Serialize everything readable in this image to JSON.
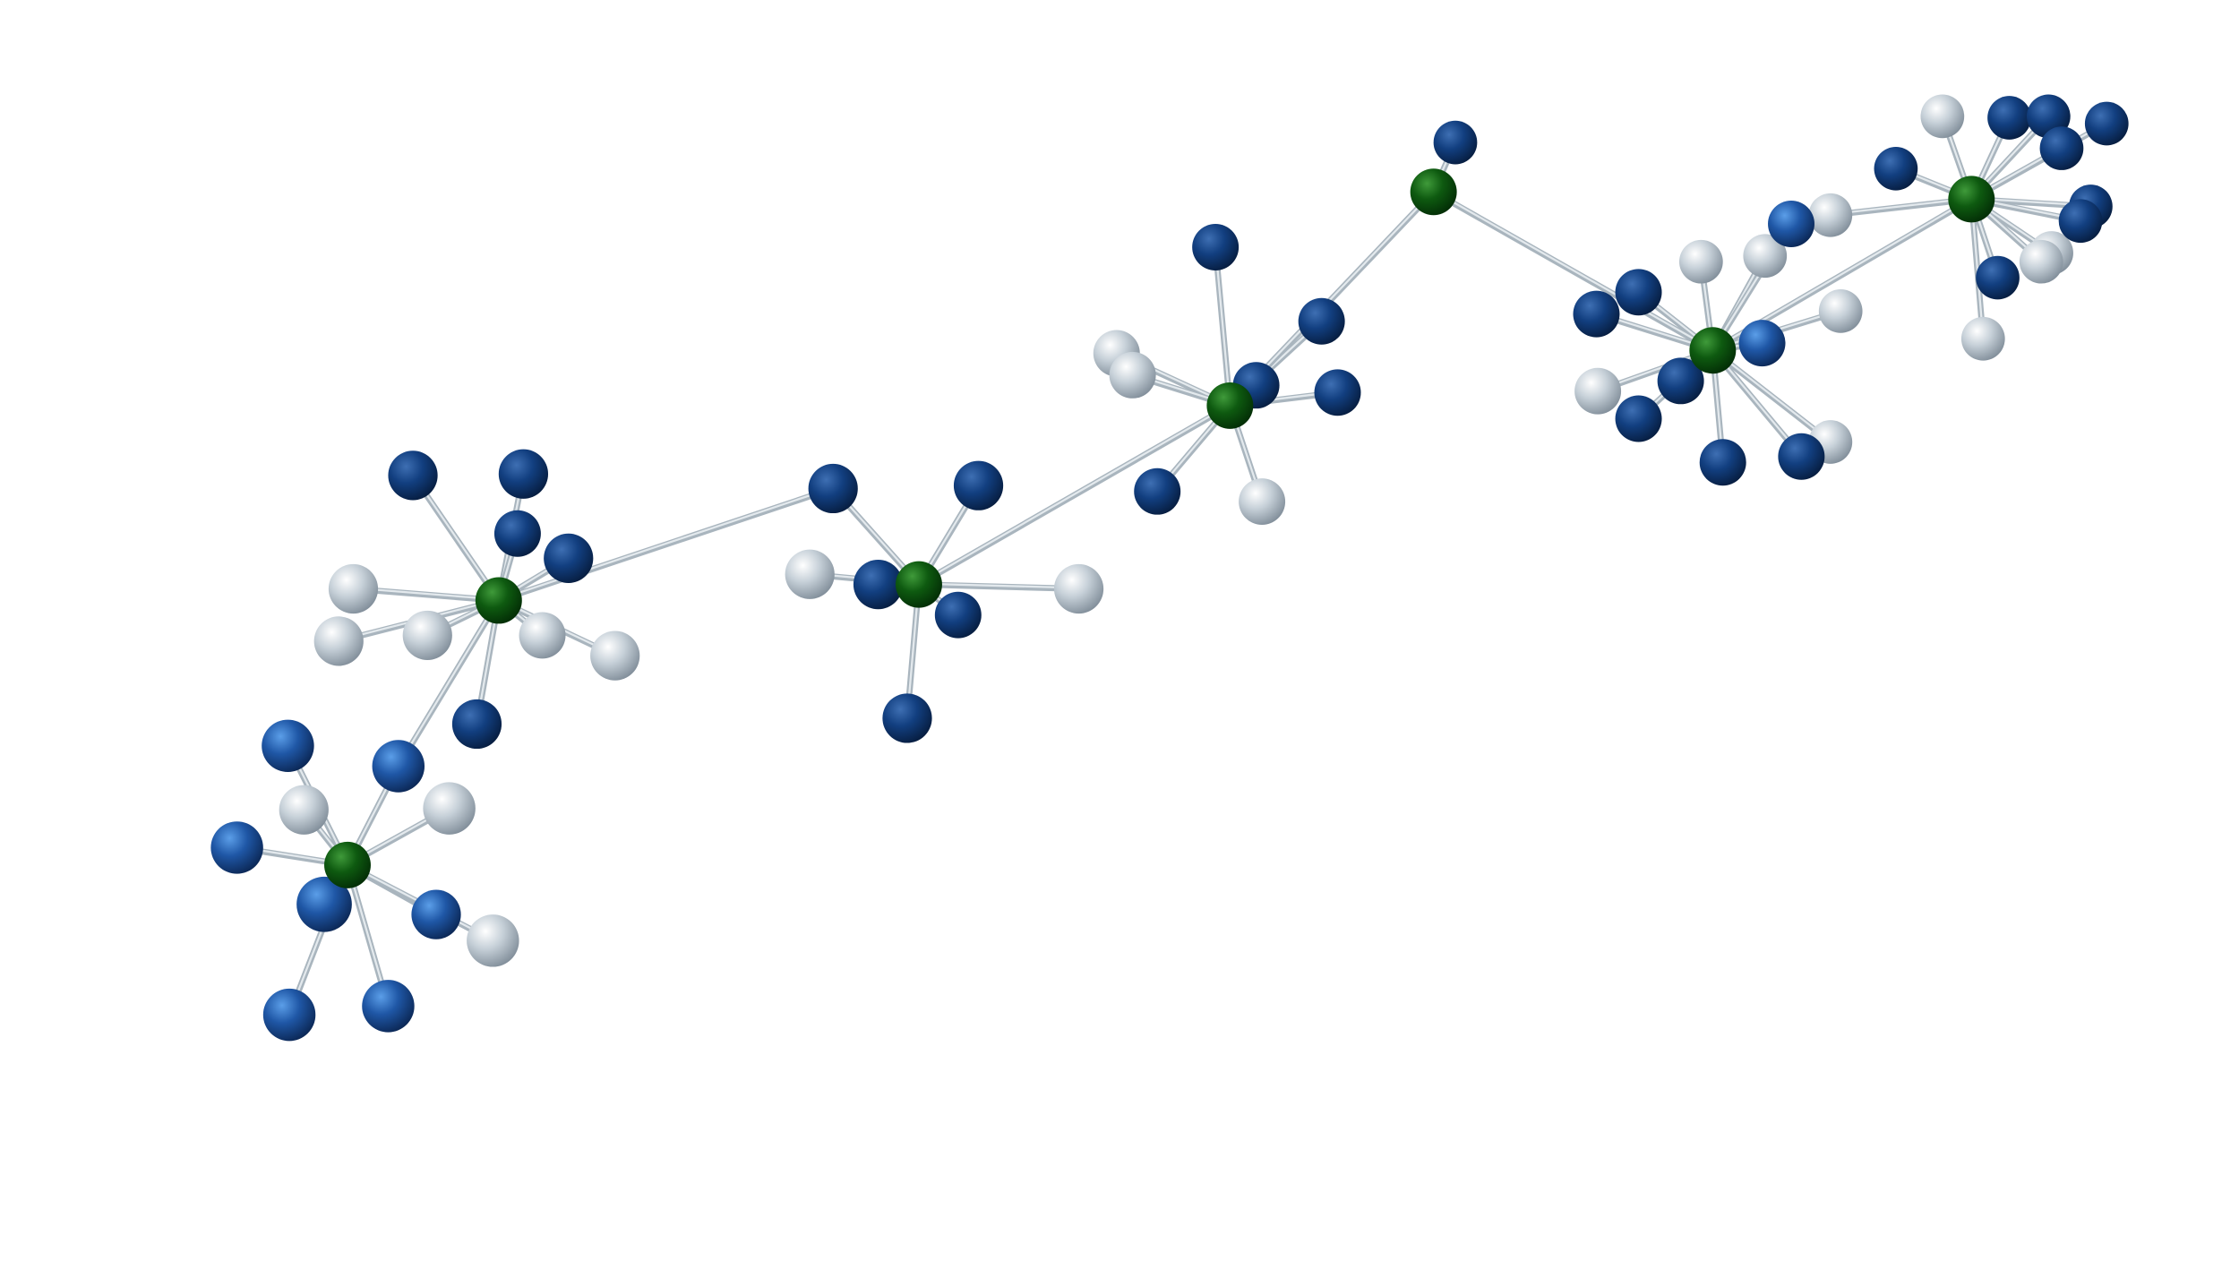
{
  "image": {
    "subject": "network-graph",
    "background_color": "#ffffff"
  },
  "palette": {
    "hub": {
      "light": "#3f9a3a",
      "mid": "#0e5a10",
      "dark": "#022a05"
    },
    "blue": {
      "light": "#5b9ee8",
      "mid": "#1f57a6",
      "dark": "#0a2450"
    },
    "navy": {
      "light": "#3e6fb3",
      "mid": "#123f80",
      "dark": "#061b3c"
    },
    "gray": {
      "light": "#ffffff",
      "mid": "#c6d0d8",
      "dark": "#7d8a96"
    },
    "rod": {
      "stroke": "#a9b5be",
      "highlight": "#e3e9ed"
    }
  },
  "counts": {
    "hubs": 7,
    "clusters": 7
  }
}
